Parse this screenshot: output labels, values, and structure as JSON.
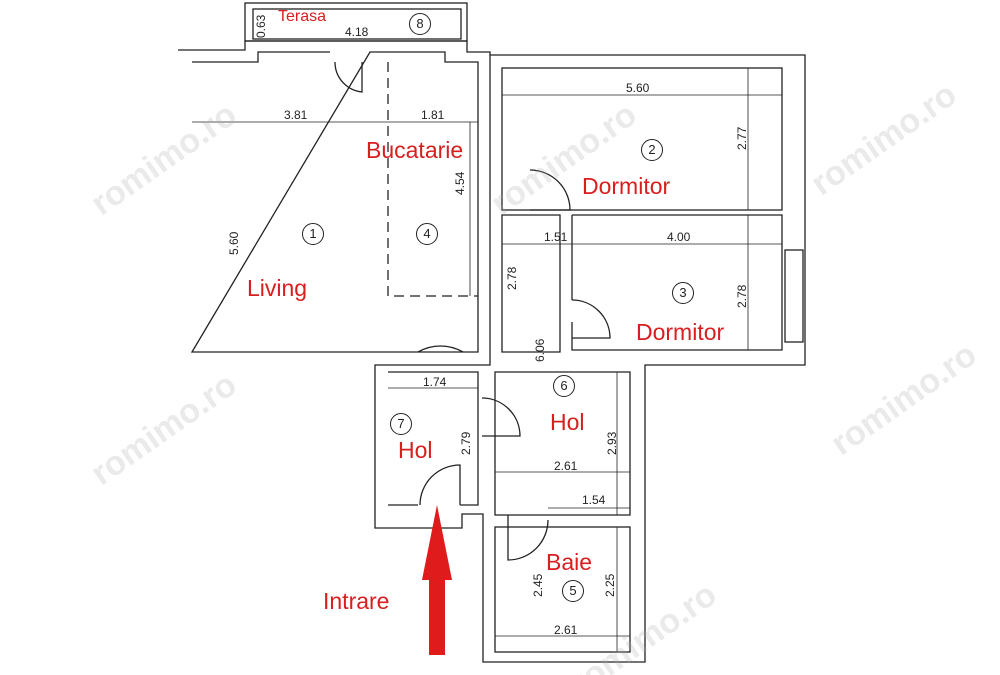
{
  "rooms": {
    "terasa": "Terasa",
    "bucatarie": "Bucatarie",
    "dormitor_2": "Dormitor",
    "living": "Living",
    "dormitor_3": "Dormitor",
    "hol_6": "Hol",
    "hol_7": "Hol",
    "baie": "Baie",
    "intrare": "Intrare"
  },
  "numbers": [
    "8",
    "2",
    "1",
    "4",
    "3",
    "6",
    "7",
    "5"
  ],
  "dimensions": {
    "terasa_depth": "0.63",
    "terasa_width": "4.18",
    "living_width": "3.81",
    "kitchen_width": "1.81",
    "bed2_width": "5.60",
    "bed2_depth": "2.77",
    "kitchen_depth": "4.54",
    "living_depth": "5.60",
    "hall_width": "1.51",
    "bed3_width": "4.00",
    "hall_left_depth": "2.78",
    "bed3_depth": "2.78",
    "hall_length": "6.06",
    "hol7_width": "1.74",
    "hol7_depth": "2.79",
    "hol6_depth": "2.93",
    "hol6_width": "2.61",
    "closet_width": "1.54",
    "bath_left": "2.45",
    "bath_right": "2.25",
    "bath_width": "2.61"
  },
  "watermark": "romimo.ro",
  "colors": {
    "label": "#d81e1e",
    "arrow": "#e01b1b",
    "wall": "#222222"
  }
}
